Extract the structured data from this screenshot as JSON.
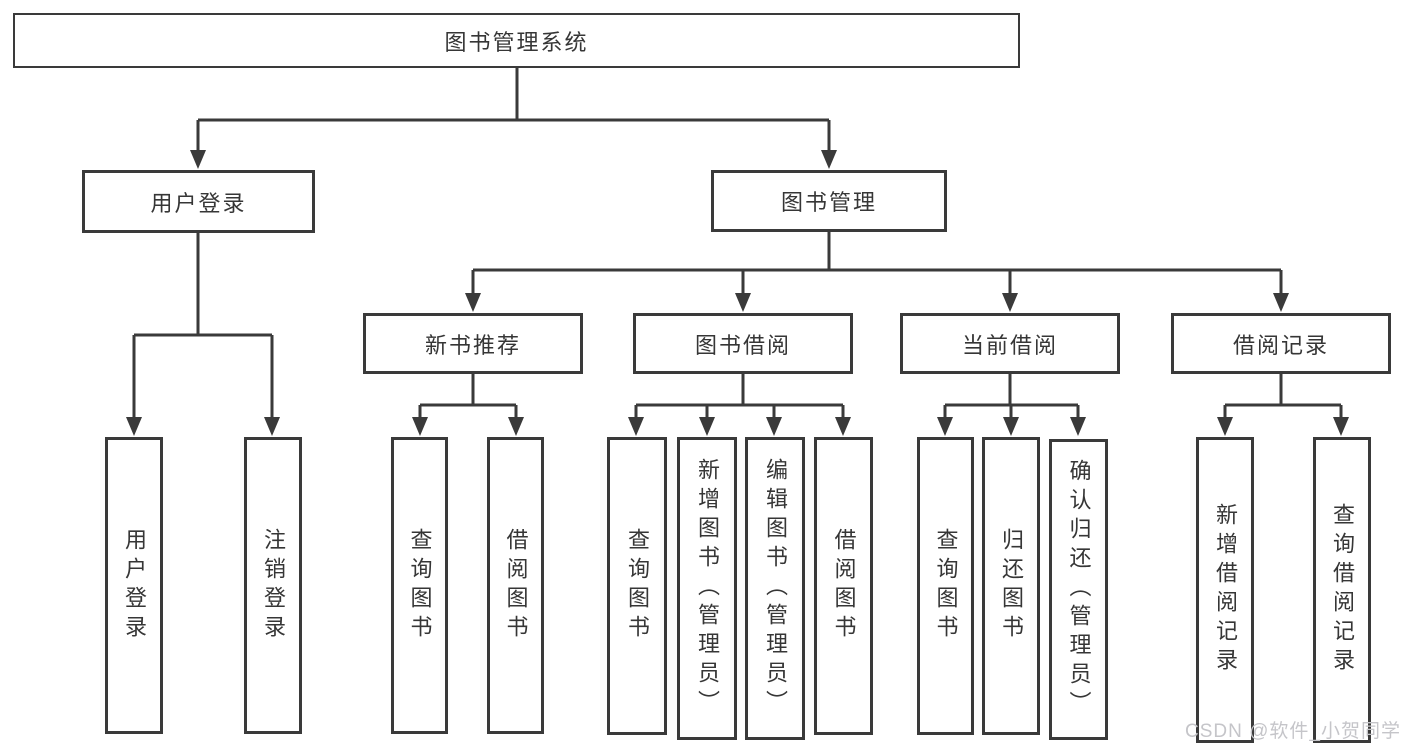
{
  "diagram": {
    "root": {
      "label": "图书管理系统"
    },
    "branches": [
      {
        "label": "用户登录",
        "children": [
          "用户登录",
          "注销登录"
        ]
      },
      {
        "label": "图书管理",
        "groups": [
          {
            "label": "新书推荐",
            "children": [
              "查询图书",
              "借阅图书"
            ]
          },
          {
            "label": "图书借阅",
            "children": [
              "查询图书",
              "新增图书（管理员）",
              "编辑图书（管理员）",
              "借阅图书"
            ]
          },
          {
            "label": "当前借阅",
            "children": [
              "查询图书",
              "归还图书",
              "确认归还（管理员）"
            ]
          },
          {
            "label": "借阅记录",
            "children": [
              "新增借阅记录",
              "查询借阅记录"
            ]
          }
        ]
      }
    ]
  },
  "watermark": {
    "text": "CSDN @软件_小贺同学"
  },
  "colors": {
    "line": "#3a3a3a",
    "text": "#363636",
    "background": "#ffffff",
    "watermark": "#c5c5c9"
  }
}
